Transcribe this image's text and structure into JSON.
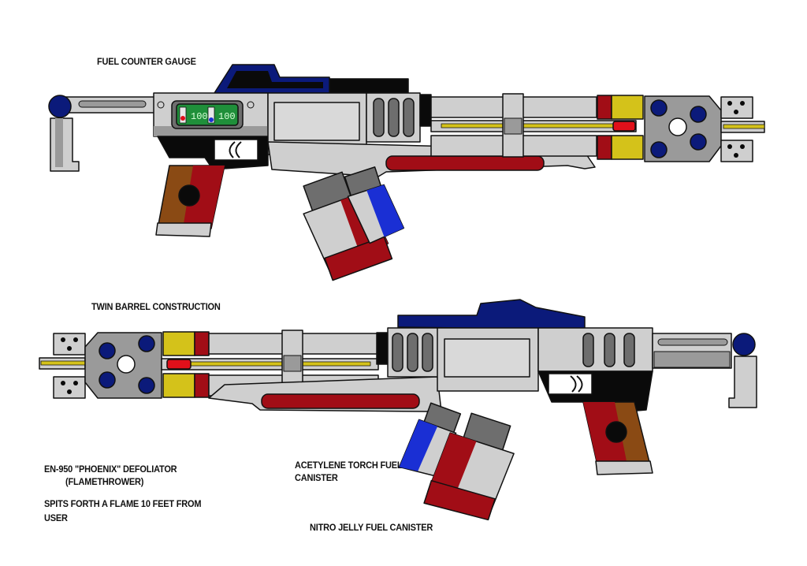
{
  "labels": {
    "fuel_counter_gauge": "FUEL COUNTER GAUGE",
    "twin_barrel": "TWIN BARREL CONSTRUCTION",
    "title_line1": "EN-950 \"PHOENIX\" DEFOLIATOR",
    "title_line2": "(FLAMETHROWER)",
    "desc_line1": "SPITS FORTH A FLAME 10  FEET FROM",
    "desc_line2": "USER",
    "acetylene_line1": "ACETYLENE TORCH FUEL",
    "acetylene_line2": "CANISTER",
    "nitro": "NITRO JELLY FUEL CANISTER"
  },
  "gauge": {
    "left_value": "100",
    "right_value": "100"
  },
  "colors": {
    "gray_light": "#cfcfcf",
    "gray_mid": "#9a9a9a",
    "gray_dark": "#6e6e6e",
    "navy": "#0b1a7a",
    "red_dark": "#a10d16",
    "red": "#e0101a",
    "blue": "#1a2fd4",
    "brass": "#d4c21a",
    "wood": "#8a4a14",
    "black": "#0a0a0a"
  },
  "icons": {
    "gauge": "fuel-gauge-icon"
  }
}
